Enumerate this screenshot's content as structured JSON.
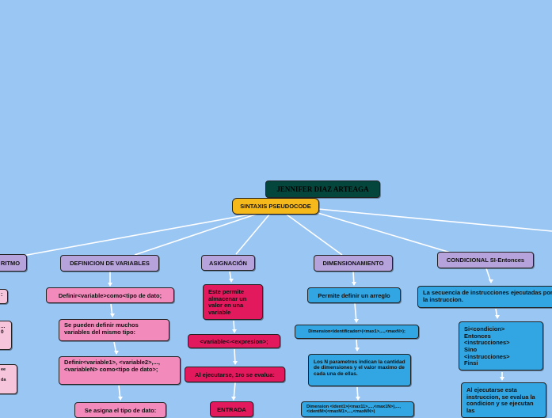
{
  "title": "JENNIFER DIAZ ARTEAGA",
  "root": "SINTAXIS PSEUDOCODE",
  "branches": {
    "algoritmo": {
      "label": "RITMO",
      "items": [
        ":",
        "...\n0",
        "ee\n\nda"
      ]
    },
    "definicion": {
      "label": "DEFINICION DE VARIABLES",
      "items": [
        "Definir<variable>como<tipo de dato;",
        "Se pueden definir muchos variables del mismo tipo:",
        "Definir<variable1>, <variable2>,...,<variableN> como<tipo de dato>;",
        "Se asigna el tipo de dato:"
      ]
    },
    "asignacion": {
      "label": "ASIGNACIÓN",
      "items": [
        "Este permite almacenar un valor en una variable",
        "<variable<-<expresion>;",
        "Al ejecutarse, 1ro se evalua:",
        "ENTRADA"
      ]
    },
    "dimensionamiento": {
      "label": "DIMENSIONAMIENTO",
      "items": [
        "Permite definir un arreglo",
        "Dimension<identificador>(<max1>,...,<maxN>);",
        "Los N parametros indican la cantidad de dimensiones y el valor maximo de cada una de ellas.",
        "Dimension <ident1>(<max11>,...,<max1N>),..., <identM>(<maxM1>,...,<maxMN>)"
      ]
    },
    "condicional": {
      "label": "CONDICIONAL SI-Entonces",
      "items": [
        "La secuencia de instrucciones ejecutadas por la instruccion.",
        "Si<condicion>\nEntonces\n<instrucciones>\nSino\n<instrucciones>\nFinsi",
        "Al ejecutarse esta instruccion, se evalua la condicion y se ejecutan las"
      ]
    }
  }
}
